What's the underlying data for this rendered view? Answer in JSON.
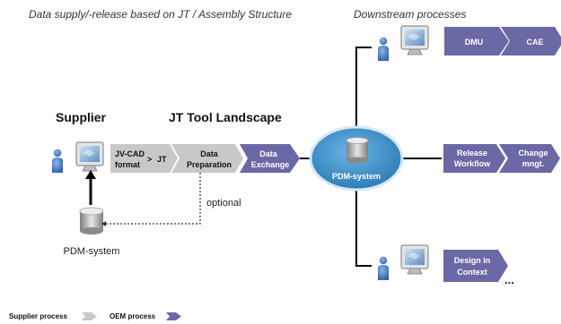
{
  "captions": {
    "left": "Data supply/-release based on JT / Assembly Structure",
    "right": "Downstream processes"
  },
  "headings": {
    "supplier": "Supplier",
    "jt_tool": "JT Tool Landscape"
  },
  "supplier_chain": {
    "step1_line1": "JV-CAD",
    "step1_line2": "format",
    "step1_arrow": ">",
    "step1_target": "JT",
    "step2_line1": "Data",
    "step2_line2": "Preparation",
    "step3_line1": "Data",
    "step3_line2": "Exchange"
  },
  "optional_label": "optional",
  "supplier_pdm_label": "PDM-system",
  "center_hub_label": "PDM-system",
  "downstream": {
    "top": [
      "DMU",
      "CAE"
    ],
    "middle_1_line1": "Release",
    "middle_1_line2": "Workflow",
    "middle_2_line1": "Change",
    "middle_2_line2": "mngt.",
    "bottom_line1": "Design in",
    "bottom_line2": "Context",
    "ellipsis": "..."
  },
  "legend": {
    "supplier_process": "Supplier process",
    "oem_process": "OEM process"
  },
  "colors": {
    "supplier_gray": "#c8c8c8",
    "oem_purple": "#6b68a6",
    "hub_blue": "#3a8fc8",
    "person_blue": "#3a73c0"
  }
}
